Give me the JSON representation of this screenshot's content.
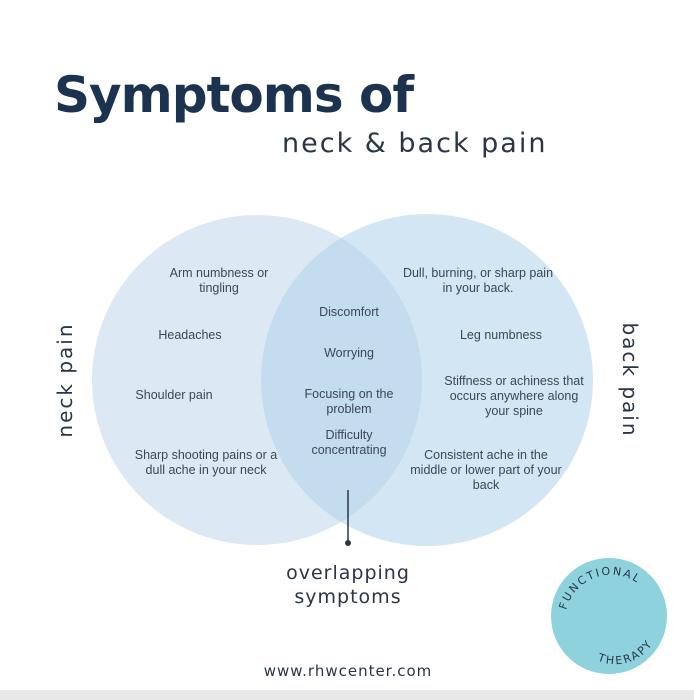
{
  "header": {
    "title": "Symptoms of",
    "subtitle": "neck & back pain"
  },
  "venn": {
    "left_label": "neck pain",
    "right_label": "back pain",
    "left_items": [
      "Arm numbness or tingling",
      "Headaches",
      "Shoulder pain",
      "Sharp shooting pains or a dull ache in your neck"
    ],
    "center_items": [
      "Discomfort",
      "Worrying",
      "Focusing on the problem",
      "Difficulty concentrating"
    ],
    "right_items": [
      "Dull, burning, or sharp pain in your back.",
      "Leg numbness",
      "Stiffness or achiness that occurs anywhere along your spine",
      "Consistent ache in the middle or lower part of your back"
    ],
    "overlap_label_line1": "overlapping",
    "overlap_label_line2": "symptoms",
    "colors": {
      "left_circle": "#dce9f5",
      "right_circle": "#d3e6f3",
      "overlap": "#c3dcee",
      "pointer": "#2a3646"
    }
  },
  "badge": {
    "text_top": "FUNCTIONAL",
    "text_bottom": "THERAPY",
    "color": "#8dd2dc"
  },
  "footer": {
    "website": "www.rhwcenter.com"
  }
}
